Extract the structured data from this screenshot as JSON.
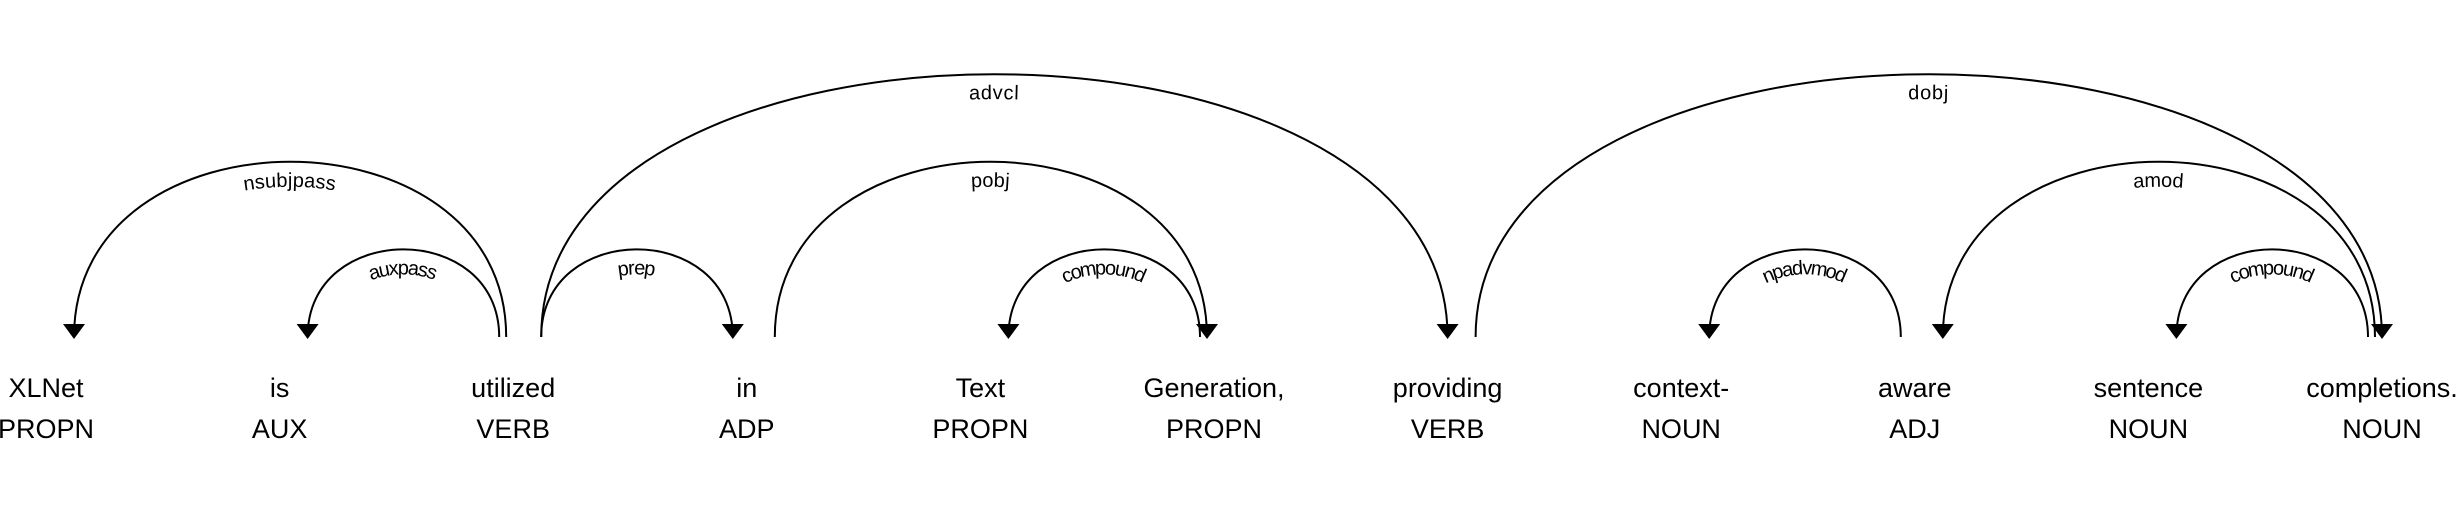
{
  "diagram": {
    "type": "dependency-parse",
    "sentence": "XLNet is utilized in Text Generation, providing context- aware sentence completions.",
    "tokens": [
      {
        "text": "XLNet",
        "tag": "PROPN"
      },
      {
        "text": "is",
        "tag": "AUX"
      },
      {
        "text": "utilized",
        "tag": "VERB"
      },
      {
        "text": "in",
        "tag": "ADP"
      },
      {
        "text": "Text",
        "tag": "PROPN"
      },
      {
        "text": "Generation,",
        "tag": "PROPN"
      },
      {
        "text": "providing",
        "tag": "VERB"
      },
      {
        "text": "context-",
        "tag": "NOUN"
      },
      {
        "text": "aware",
        "tag": "ADJ"
      },
      {
        "text": "sentence",
        "tag": "NOUN"
      },
      {
        "text": "completions.",
        "tag": "NOUN"
      }
    ],
    "arcs": [
      {
        "label": "nsubjpass",
        "start": 0,
        "end": 2,
        "dir": "left"
      },
      {
        "label": "auxpass",
        "start": 1,
        "end": 2,
        "dir": "left"
      },
      {
        "label": "prep",
        "start": 2,
        "end": 3,
        "dir": "right"
      },
      {
        "label": "advcl",
        "start": 2,
        "end": 6,
        "dir": "right"
      },
      {
        "label": "pobj",
        "start": 3,
        "end": 5,
        "dir": "right"
      },
      {
        "label": "compound",
        "start": 4,
        "end": 5,
        "dir": "left"
      },
      {
        "label": "dobj",
        "start": 6,
        "end": 10,
        "dir": "right"
      },
      {
        "label": "npadvmod",
        "start": 7,
        "end": 8,
        "dir": "left"
      },
      {
        "label": "amod",
        "start": 8,
        "end": 10,
        "dir": "left"
      },
      {
        "label": "compound",
        "start": 9,
        "end": 10,
        "dir": "left"
      }
    ],
    "colors": {
      "foreground": "#000000",
      "background": "#ffffff"
    }
  }
}
